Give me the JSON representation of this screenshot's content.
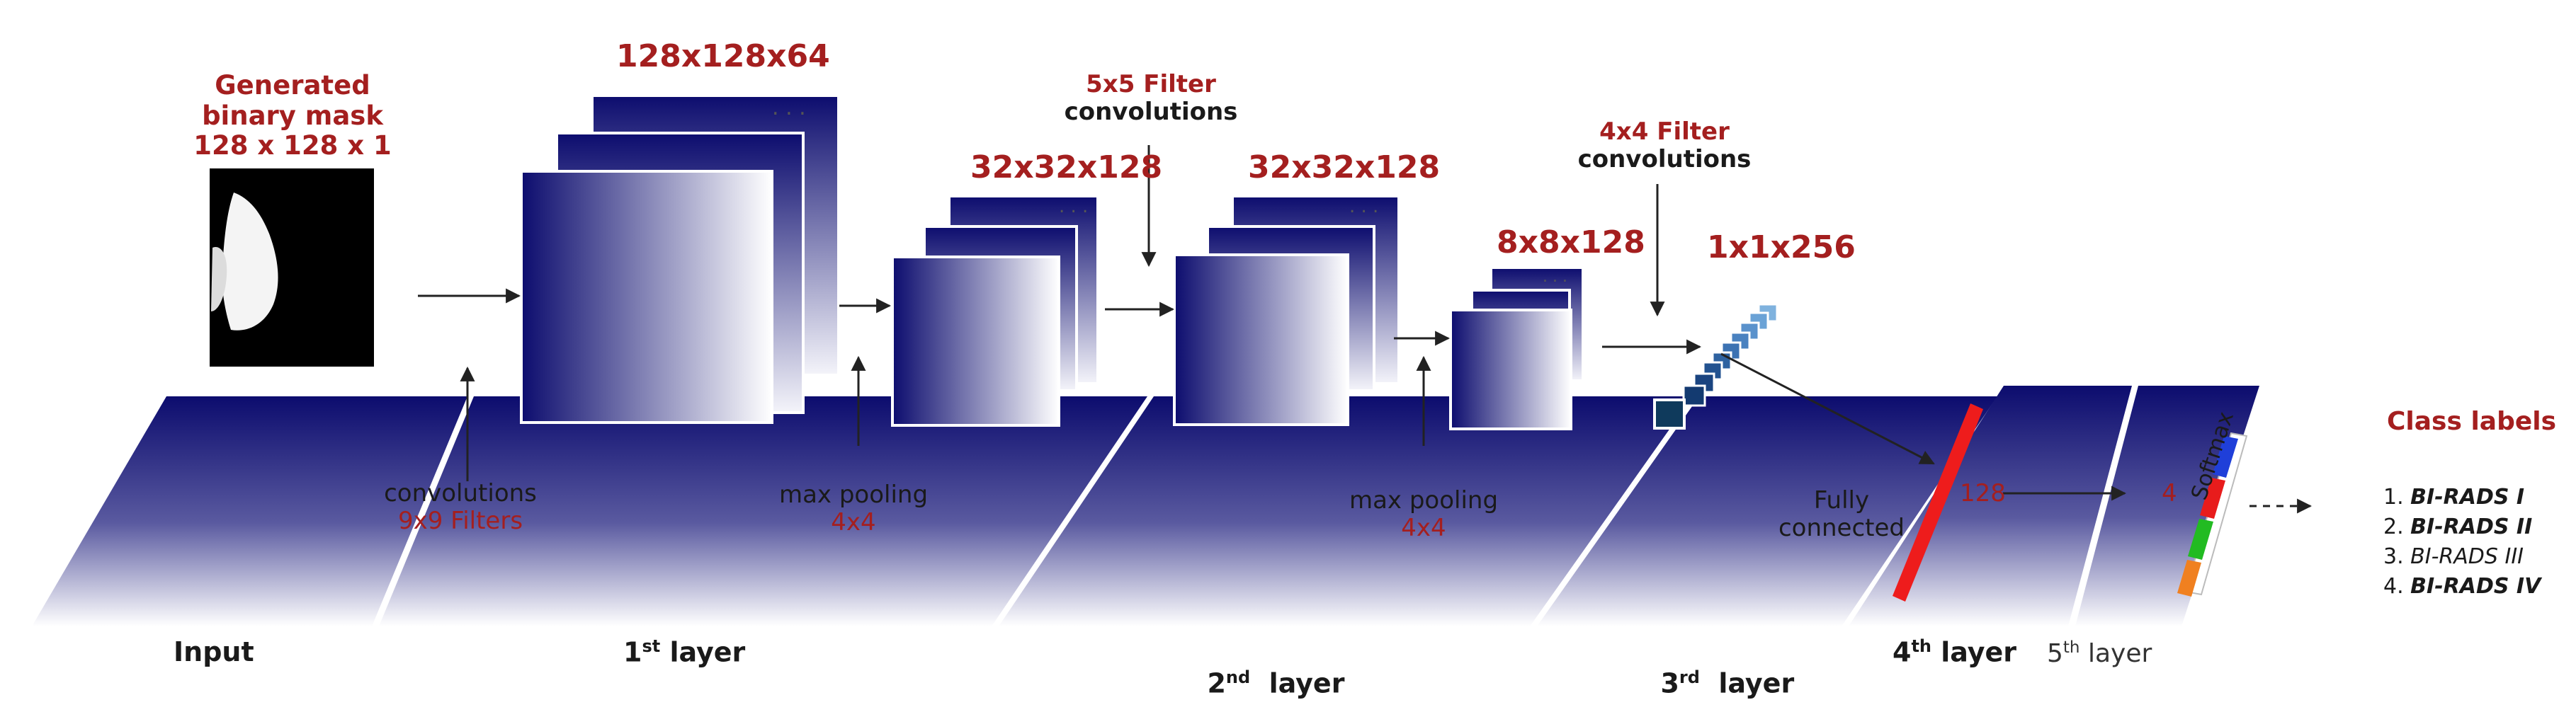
{
  "title": {
    "line1": "Generated",
    "line2": "binary mask",
    "line3": "128 x 128 x 1"
  },
  "dims": {
    "l1": "128x128x64",
    "l2a": "32x32x128",
    "l2b": "32x32x128",
    "l3": "8x8x128",
    "fc": "1x1x256"
  },
  "filters": {
    "f5_title": "5x5 Filter",
    "f5_sub": "convolutions",
    "f4_title": "4x4 Filter",
    "f4_sub": "convolutions"
  },
  "ops": {
    "conv_label": "convolutions",
    "conv_value": "9x9 Filters",
    "pool1_label": "max pooling",
    "pool1_value": "4x4",
    "pool2_label": "max pooling",
    "pool2_value": "4x4",
    "fc_line1": "Fully",
    "fc_line2": "connected"
  },
  "neurons": {
    "n128": "128",
    "n4": "4",
    "softmax": "Softmax"
  },
  "layers": {
    "input": "Input",
    "l1_num": "1",
    "l1_sup": "st",
    "l1_word": " layer",
    "l2_num": "2",
    "l2_sup": "nd",
    "l2_word": "  layer",
    "l3_num": "3",
    "l3_sup": "rd",
    "l3_word": "  layer",
    "l4_num": "4",
    "l4_sup": "th",
    "l4_word": " layer",
    "l5_num": "5",
    "l5_sup": "th",
    "l5_word": " layer"
  },
  "classes": {
    "title": "Class labels",
    "items": [
      {
        "num": "1. ",
        "name": "BI-RADS I"
      },
      {
        "num": "2. ",
        "name": "BI-RADS II"
      },
      {
        "num": "3. ",
        "name": "BI-RADS III"
      },
      {
        "num": "4. ",
        "name": "BI-RADS IV"
      }
    ]
  },
  "colors": {
    "navy": "#0c0c6e",
    "label_red": "#a41f1f",
    "fc_bar": "#ee1c1c",
    "softmax_segments": [
      "#1f3fd9",
      "#e81c1c",
      "#22bb22",
      "#f08020"
    ]
  }
}
